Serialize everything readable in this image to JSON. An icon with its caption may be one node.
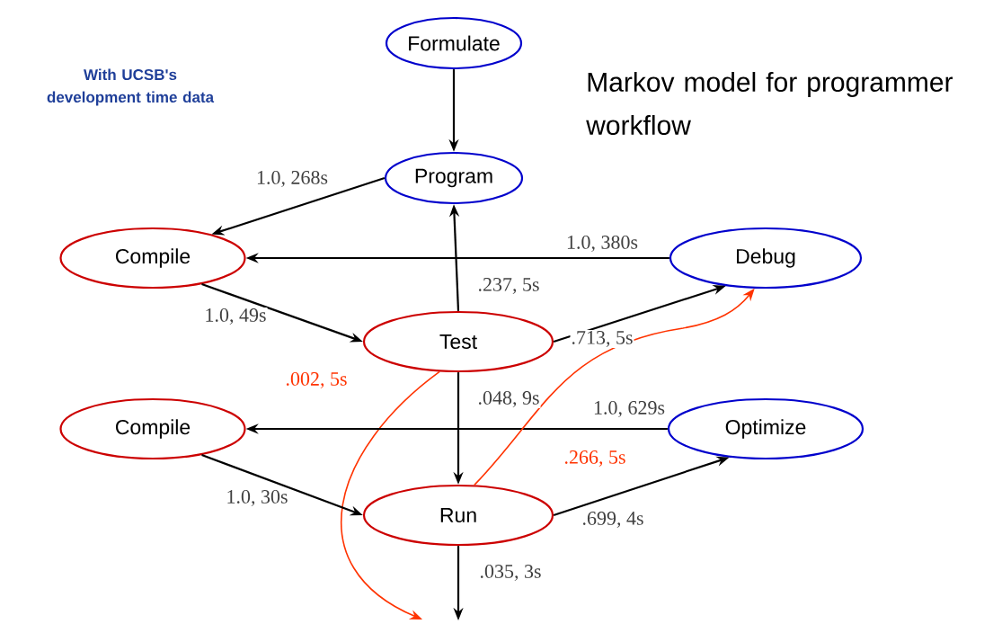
{
  "diagram": {
    "title": "Markov model for programmer workflow",
    "nodes": [
      {
        "text": [
          "Formulate"
        ]
      },
      {
        "text": [
          "Program"
        ]
      },
      {
        "text": [
          "Compile"
        ]
      },
      {
        "text": [
          "Debug"
        ]
      },
      {
        "text": [
          "Test"
        ]
      },
      {
        "text": [
          "Compile"
        ]
      },
      {
        "text": [
          "Optimize"
        ]
      },
      {
        "text": [
          "Run"
        ]
      }
    ],
    "edges": [
      {
        "from": 0,
        "to": 1,
        "arrow": "to"
      },
      {
        "from": 1,
        "to": 2,
        "arrow": "to",
        "label": "1.0, 268s"
      },
      {
        "from": 3,
        "to": 2,
        "arrow": "to",
        "label": "1.0, 380s"
      },
      {
        "from": 4,
        "to": 1,
        "arrow": "to",
        "label": ".237, 5s"
      },
      {
        "from": 2,
        "to": 4,
        "arrow": "to",
        "label": "1.0, 49s"
      },
      {
        "from": 4,
        "to": 3,
        "arrow": "to",
        "label": ".713, 5s"
      },
      {
        "from": 4,
        "to": null,
        "arrow": "to",
        "label": ".002, 5s",
        "color": "#ff3300"
      },
      {
        "from": 4,
        "to": 7,
        "arrow": "to",
        "label": ".048, 9s"
      },
      {
        "from": 6,
        "to": 5,
        "arrow": "to",
        "label": "1.0, 629s"
      },
      {
        "from": 7,
        "to": 3,
        "arrow": "to",
        "label": ".266, 5s",
        "color": "#ff3300"
      },
      {
        "from": 5,
        "to": 7,
        "arrow": "to",
        "label": "1.0, 30s"
      },
      {
        "from": 7,
        "to": 6,
        "arrow": "to",
        "label": ".699, 4s"
      },
      {
        "from": 7,
        "to": null,
        "arrow": "to",
        "label": ".035, 3s"
      }
    ],
    "labels": [
      "With UCSB's development time data"
    ]
  }
}
